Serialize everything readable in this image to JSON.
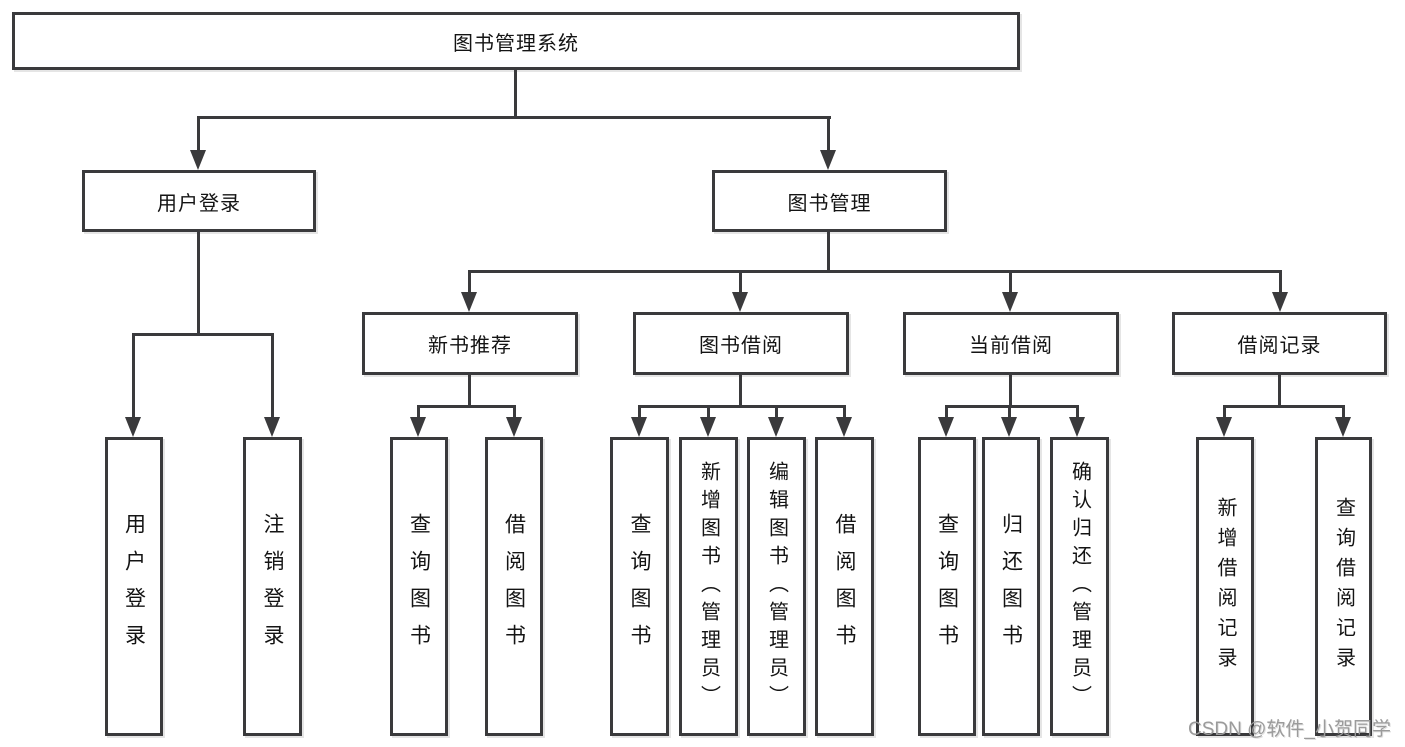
{
  "diagram": {
    "type": "hierarchy-function-structure",
    "root": {
      "label": "图书管理系统",
      "children": [
        {
          "label": "用户登录",
          "children": [
            {
              "label": "用户登录"
            },
            {
              "label": "注销登录"
            }
          ]
        },
        {
          "label": "图书管理",
          "children": [
            {
              "label": "新书推荐",
              "children": [
                {
                  "label": "查询图书"
                },
                {
                  "label": "借阅图书"
                }
              ]
            },
            {
              "label": "图书借阅",
              "children": [
                {
                  "label": "查询图书"
                },
                {
                  "label": "新增图书（管理员）"
                },
                {
                  "label": "编辑图书（管理员）"
                },
                {
                  "label": "借阅图书"
                }
              ]
            },
            {
              "label": "当前借阅",
              "children": [
                {
                  "label": "查询图书"
                },
                {
                  "label": "归还图书"
                },
                {
                  "label": "确认归还（管理员）"
                }
              ]
            },
            {
              "label": "借阅记录",
              "children": [
                {
                  "label": "新增借阅记录"
                },
                {
                  "label": "查询借阅记录"
                }
              ]
            }
          ]
        }
      ]
    }
  },
  "watermark": {
    "text": "CSDN @软件_小贺同学"
  },
  "colors": {
    "line": "#3a3a3c",
    "text": "#141414",
    "watermark": "#9b9b9b",
    "background": "#ffffff"
  }
}
